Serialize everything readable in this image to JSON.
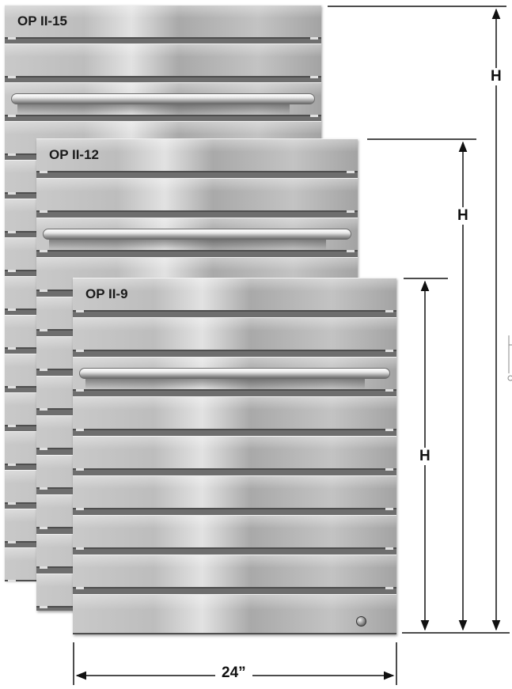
{
  "units": [
    {
      "id": "op-ii-15",
      "label": "OP II-15"
    },
    {
      "id": "op-ii-12",
      "label": "OP II-12"
    },
    {
      "id": "op-ii-9",
      "label": "OP II-9"
    }
  ],
  "dimensions": {
    "height_label_15": "H",
    "height_label_12": "H",
    "height_label_9": "H",
    "width_label": "24”"
  }
}
